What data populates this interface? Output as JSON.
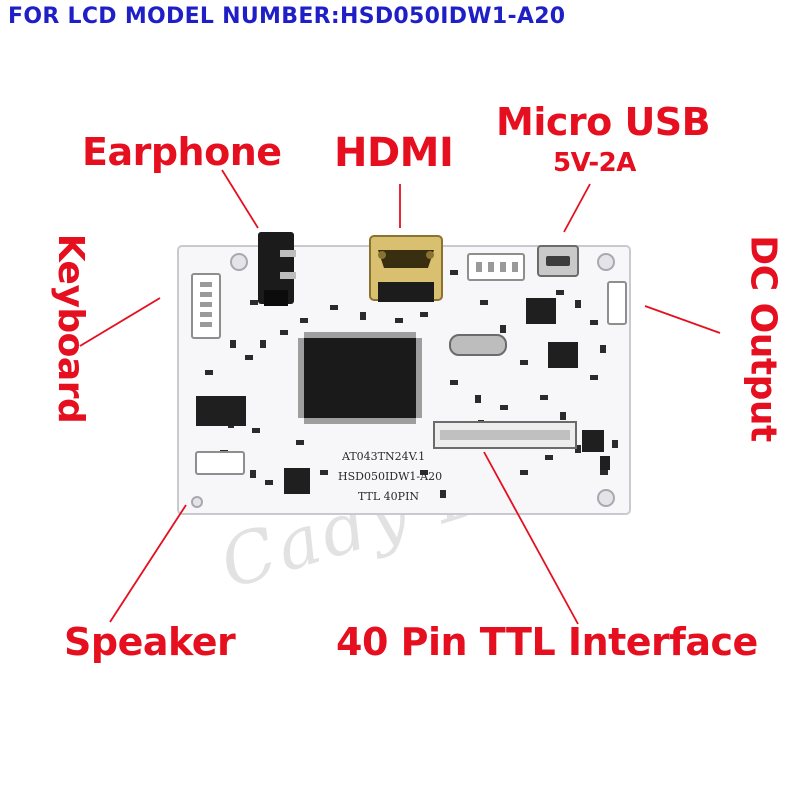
{
  "header": {
    "title": "FOR LCD MODEL NUMBER:HSD050IDW1-A20"
  },
  "labels": {
    "earphone": "Earphone",
    "hdmi": "HDMI",
    "micro_usb": "Micro USB",
    "micro_usb_spec": "5V-2A",
    "keyboard": "Keyboard",
    "dc_output": "DC Output",
    "speaker": "Speaker",
    "ttl_interface": "40 Pin TTL Interface"
  },
  "board": {
    "silk_line_1": "AT043TN24V.1",
    "silk_line_2": "HSD050IDW1-A20",
    "silk_line_3": "TTL 40PIN"
  },
  "watermark": {
    "text": "Cady Dao"
  },
  "colors": {
    "label_red": "#e50f1f",
    "header_blue": "#1f1fc7",
    "board_white": "#f7f7f9"
  }
}
